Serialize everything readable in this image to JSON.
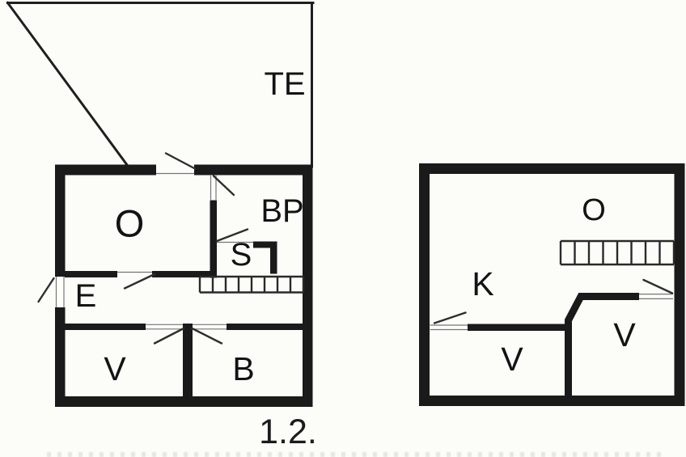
{
  "caption": "1.2.",
  "colors": {
    "wall": "#1a1a1a",
    "background": "#fcfcf9",
    "line": "#2e2e2e"
  },
  "plans": {
    "first_floor": {
      "rooms": [
        {
          "key": "terrace",
          "label": "TE"
        },
        {
          "key": "room-o",
          "label": "O"
        },
        {
          "key": "room-bp",
          "label": "BP"
        },
        {
          "key": "room-s",
          "label": "S"
        },
        {
          "key": "entry-e",
          "label": "E"
        },
        {
          "key": "room-v",
          "label": "V"
        },
        {
          "key": "room-b",
          "label": "B"
        }
      ]
    },
    "second_floor": {
      "rooms": [
        {
          "key": "room-o",
          "label": "O"
        },
        {
          "key": "room-k",
          "label": "K"
        },
        {
          "key": "room-v-left",
          "label": "V"
        },
        {
          "key": "room-v-right",
          "label": "V"
        }
      ]
    }
  }
}
